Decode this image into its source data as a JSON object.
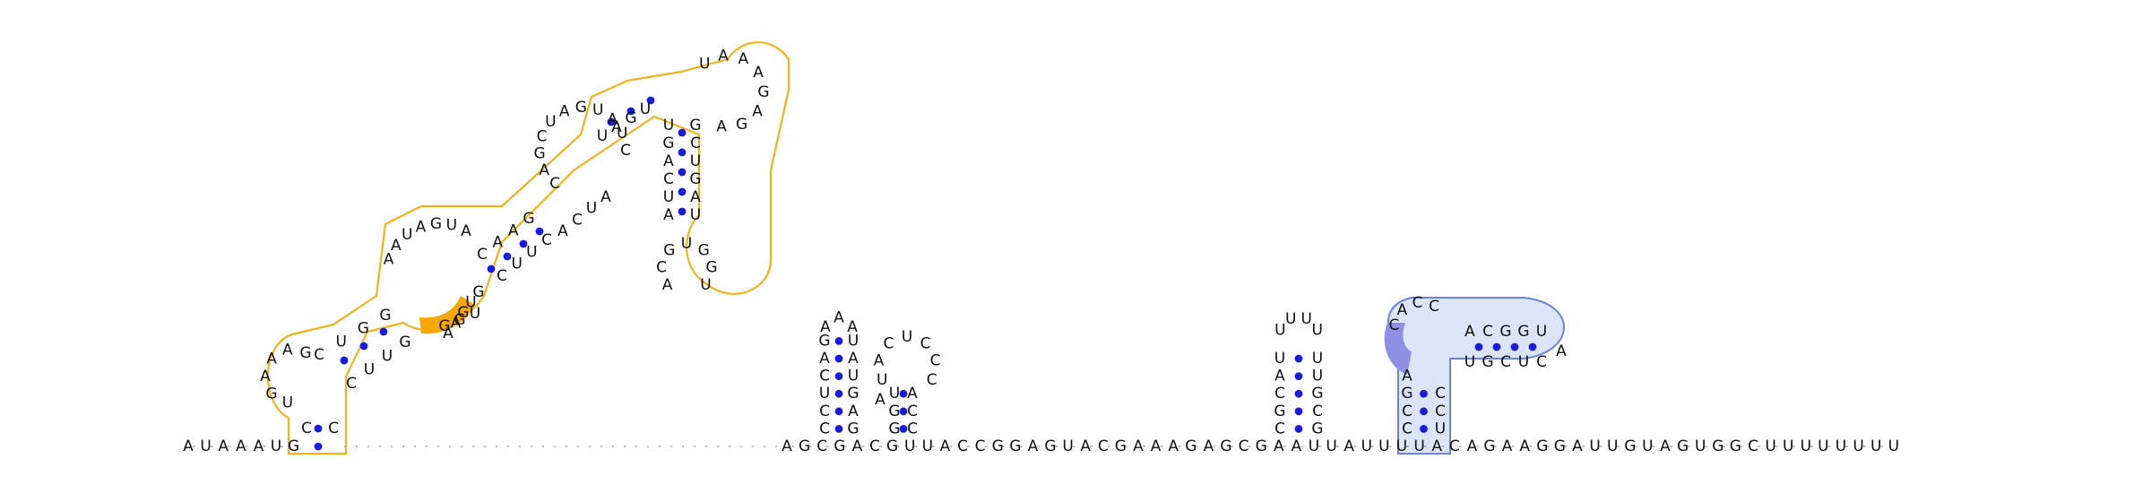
{
  "diagram": {
    "type": "rna-secondary-structure",
    "colors": {
      "letter": "#111111",
      "bond_dot": "#1a1adf",
      "backbone_dash": "#9a9a9a",
      "highlight1_outline": "#f2b21c",
      "highlight1_fill": "#f7a800",
      "highlight2_outline": "#6d83d6",
      "highlight2_fill": "#dbe5f7",
      "highlight2_accent": "#8f8fe3"
    },
    "baseline_sequence": {
      "left": "AUAAAUG",
      "right": "AGCGACGUUACCGGAGUACGAAAGAGCGAAUUAUUUUACAGAAGGAUUGUAGUGGCUUUUUUUU"
    },
    "hairpins": {
      "h1": {
        "stem_left": "CCUCAG",
        "loop": "AAA",
        "stem_right": "UAUGAG"
      },
      "h2": {
        "loop5": "A",
        "stem_left": "GGU",
        "loop": "UACUCCC",
        "stem_right": "ACC"
      },
      "h3": {
        "stem_left": "CGCAU",
        "loop": "UUUU",
        "stem_right": "UUGCG"
      },
      "h4": {
        "stem_left": "AGCC",
        "upper_left": "CACC",
        "inner_stem_top": "ACGGU",
        "tip": "A",
        "inner_stem_bottom": "UGCUC",
        "stem_right": "CCU"
      }
    },
    "large_domain": {
      "stem1_left": "CUGG",
      "loop1": "UGAAAG",
      "stem1_right": "CUUG",
      "interior_left": "AAUAGUA",
      "interior_right": "AAGUG",
      "stem2_left": "CAAG",
      "stem2_right": "CUUC",
      "interior2_left": "CAGCUAGUAUC",
      "interior2_right": "ACUA",
      "stem3": "UAGU",
      "hairpin_stem_left": "UGACUA",
      "hairpin_loop": "ACGUGGU",
      "hairpin_stem_right": "GCUGAU",
      "top_loop": "UAAAGAGA"
    }
  }
}
